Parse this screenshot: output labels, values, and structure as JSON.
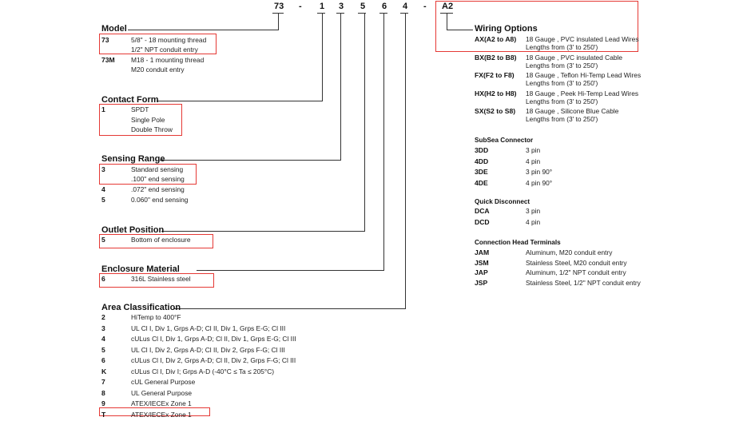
{
  "part_number": {
    "seg1": "73",
    "dash1": "-",
    "seg2": "1",
    "seg3": "3",
    "seg4": "5",
    "seg5": "6",
    "seg6": "4",
    "dash2": "-",
    "seg7": "A2"
  },
  "model": {
    "title": "Model",
    "items": [
      {
        "code": "73",
        "lines": [
          "5/8\" - 18 mounting thread",
          "1/2\" NPT conduit entry"
        ]
      },
      {
        "code": "73M",
        "lines": [
          "M18 - 1 mounting thread",
          "M20 conduit entry"
        ]
      }
    ]
  },
  "contact_form": {
    "title": "Contact Form",
    "items": [
      {
        "code": "1",
        "lines": [
          "SPDT",
          "Single Pole",
          "Double Throw"
        ]
      }
    ]
  },
  "sensing_range": {
    "title": "Sensing Range",
    "items": [
      {
        "code": "3",
        "lines": [
          "Standard sensing",
          ".100\" end sensing"
        ]
      },
      {
        "code": "4",
        "lines": [
          ".072\" end sensing"
        ]
      },
      {
        "code": "5",
        "lines": [
          "0.060\" end sensing"
        ]
      }
    ]
  },
  "outlet_position": {
    "title": "Outlet Position",
    "items": [
      {
        "code": "5",
        "lines": [
          "Bottom of enclosure"
        ]
      }
    ]
  },
  "enclosure_material": {
    "title": "Enclosure Material",
    "items": [
      {
        "code": "6",
        "lines": [
          "316L Stainless steel"
        ]
      }
    ]
  },
  "area_classification": {
    "title": "Area Classification",
    "items": [
      {
        "code": "2",
        "desc": "HiTemp to 400°F"
      },
      {
        "code": "3",
        "desc": "UL Cl I, Div 1, Grps A-D; Cl II, Div 1, Grps E-G; Cl III"
      },
      {
        "code": "4",
        "desc": "cULus Cl I, Div 1, Grps A-D; Cl II, Div 1, Grps E-G; Cl III"
      },
      {
        "code": "5",
        "desc": "UL Cl I, Div 2, Grps A-D; Cl II, Div 2, Grps F-G; Cl III"
      },
      {
        "code": "6",
        "desc": "cULus Cl I, Div 2, Grps A-D; Cl II, Div 2, Grps F-G; Cl III"
      },
      {
        "code": "K",
        "desc": "cULus Cl I, Div I; Grps A-D (-40°C ≤ Ta ≤ 205°C)"
      },
      {
        "code": "7",
        "desc": "cUL General Purpose"
      },
      {
        "code": "8",
        "desc": "UL General Purpose"
      },
      {
        "code": "9",
        "desc": "ATEX/IECEx Zone 1"
      },
      {
        "code": "T",
        "desc": "ATEX/IECEx Zone 1"
      }
    ]
  },
  "wiring_options": {
    "title": "Wiring Options",
    "items": [
      {
        "code": "AX(A2 to A8)",
        "lines": [
          "18 Gauge , PVC insulated Lead Wires",
          "Lengths from (3' to 250')"
        ]
      },
      {
        "code": "BX(B2 to B8)",
        "lines": [
          "18 Gauge , PVC insulated Cable",
          "Lengths from (3' to 250')"
        ]
      },
      {
        "code": "FX(F2 to F8)",
        "lines": [
          "18 Gauge , Teflon Hi-Temp Lead Wires",
          "Lengths from (3' to 250')"
        ]
      },
      {
        "code": "HX(H2 to H8)",
        "lines": [
          "18 Gauge , Peek Hi-Temp Lead Wires",
          "Lengths from (3' to 250')"
        ]
      },
      {
        "code": "SX(S2 to S8)",
        "lines": [
          "18 Gauge , Silicone Blue Cable",
          "Lengths from (3' to 250')"
        ]
      }
    ]
  },
  "subsea_connector": {
    "title": "SubSea Connector",
    "items": [
      {
        "code": "3DD",
        "desc": "3 pin"
      },
      {
        "code": "4DD",
        "desc": "4 pin"
      },
      {
        "code": "3DE",
        "desc": "3 pin 90°"
      },
      {
        "code": "4DE",
        "desc": "4 pin 90°"
      }
    ]
  },
  "quick_disconnect": {
    "title": "Quick Disconnect",
    "items": [
      {
        "code": "DCA",
        "desc": "3 pin"
      },
      {
        "code": "DCD",
        "desc": "4 pin"
      }
    ]
  },
  "connection_head_terminals": {
    "title": "Connection Head Terminals",
    "items": [
      {
        "code": "JAM",
        "desc": "Aluminum, M20 conduit entry"
      },
      {
        "code": "JSM",
        "desc": "Stainless Steel, M20 conduit entry"
      },
      {
        "code": "JAP",
        "desc": "Aluminum, 1/2\" NPT conduit entry"
      },
      {
        "code": "JSP",
        "desc": "Stainless Steel, 1/2\" NPT conduit entry"
      }
    ]
  },
  "colors": {
    "highlight": "#e53935",
    "text": "#222222",
    "lines": "#333333"
  }
}
